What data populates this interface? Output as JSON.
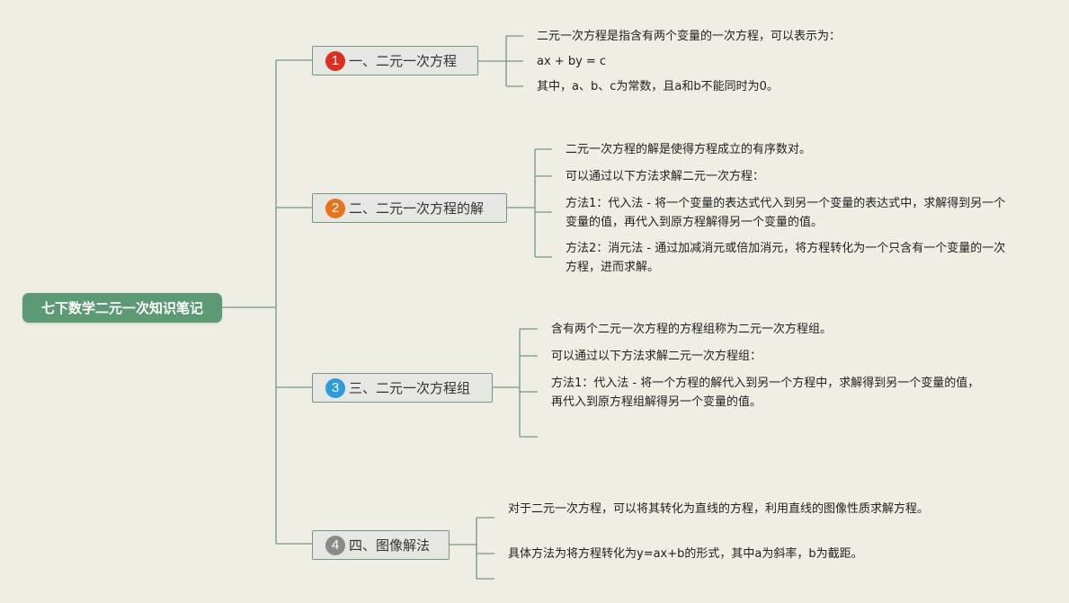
{
  "root": {
    "label": "七下数学二元一次知识笔记"
  },
  "colors": {
    "root_bg": "#5b9a74",
    "line": "#6f9a86",
    "badge1": "#d9301f",
    "badge2": "#e8731d",
    "badge3": "#2f9bd9",
    "badge4": "#8a8a8a"
  },
  "branches": [
    {
      "number": "1",
      "label": "一、二元一次方程",
      "leaves": [
        "二元一次方程是指含有两个变量的一次方程，可以表示为：",
        "ax + by = c",
        "其中，a、b、c为常数，且a和b不能同时为0。"
      ]
    },
    {
      "number": "2",
      "label": "二、二元一次方程的解",
      "leaves": [
        "二元一次方程的解是使得方程成立的有序数对。",
        "可以通过以下方法求解二元一次方程：",
        "方法1：代入法 - 将一个变量的表达式代入到另一个变量的表达式中，求解得到另一个变量的值，再代入到原方程解得另一个变量的值。",
        "方法2：消元法 - 通过加减消元或倍加消元，将方程转化为一个只含有一个变量的一次方程，进而求解。"
      ]
    },
    {
      "number": "3",
      "label": "三、二元一次方程组",
      "leaves": [
        "含有两个二元一次方程的方程组称为二元一次方程组。",
        "可以通过以下方法求解二元一次方程组：",
        "方法1：代入法 - 将一个方程的解代入到另一个方程中，求解得到另一个变量的值，再代入到原方程组解得另一个变量的值。",
        ""
      ]
    },
    {
      "number": "4",
      "label": "四、图像解法",
      "leaves": [
        "对于二元一次方程，可以将其转化为直线的方程，利用直线的图像性质求解方程。",
        "具体方法为将方程转化为y=ax+b的形式，其中a为斜率，b为截距。",
        ""
      ]
    }
  ]
}
